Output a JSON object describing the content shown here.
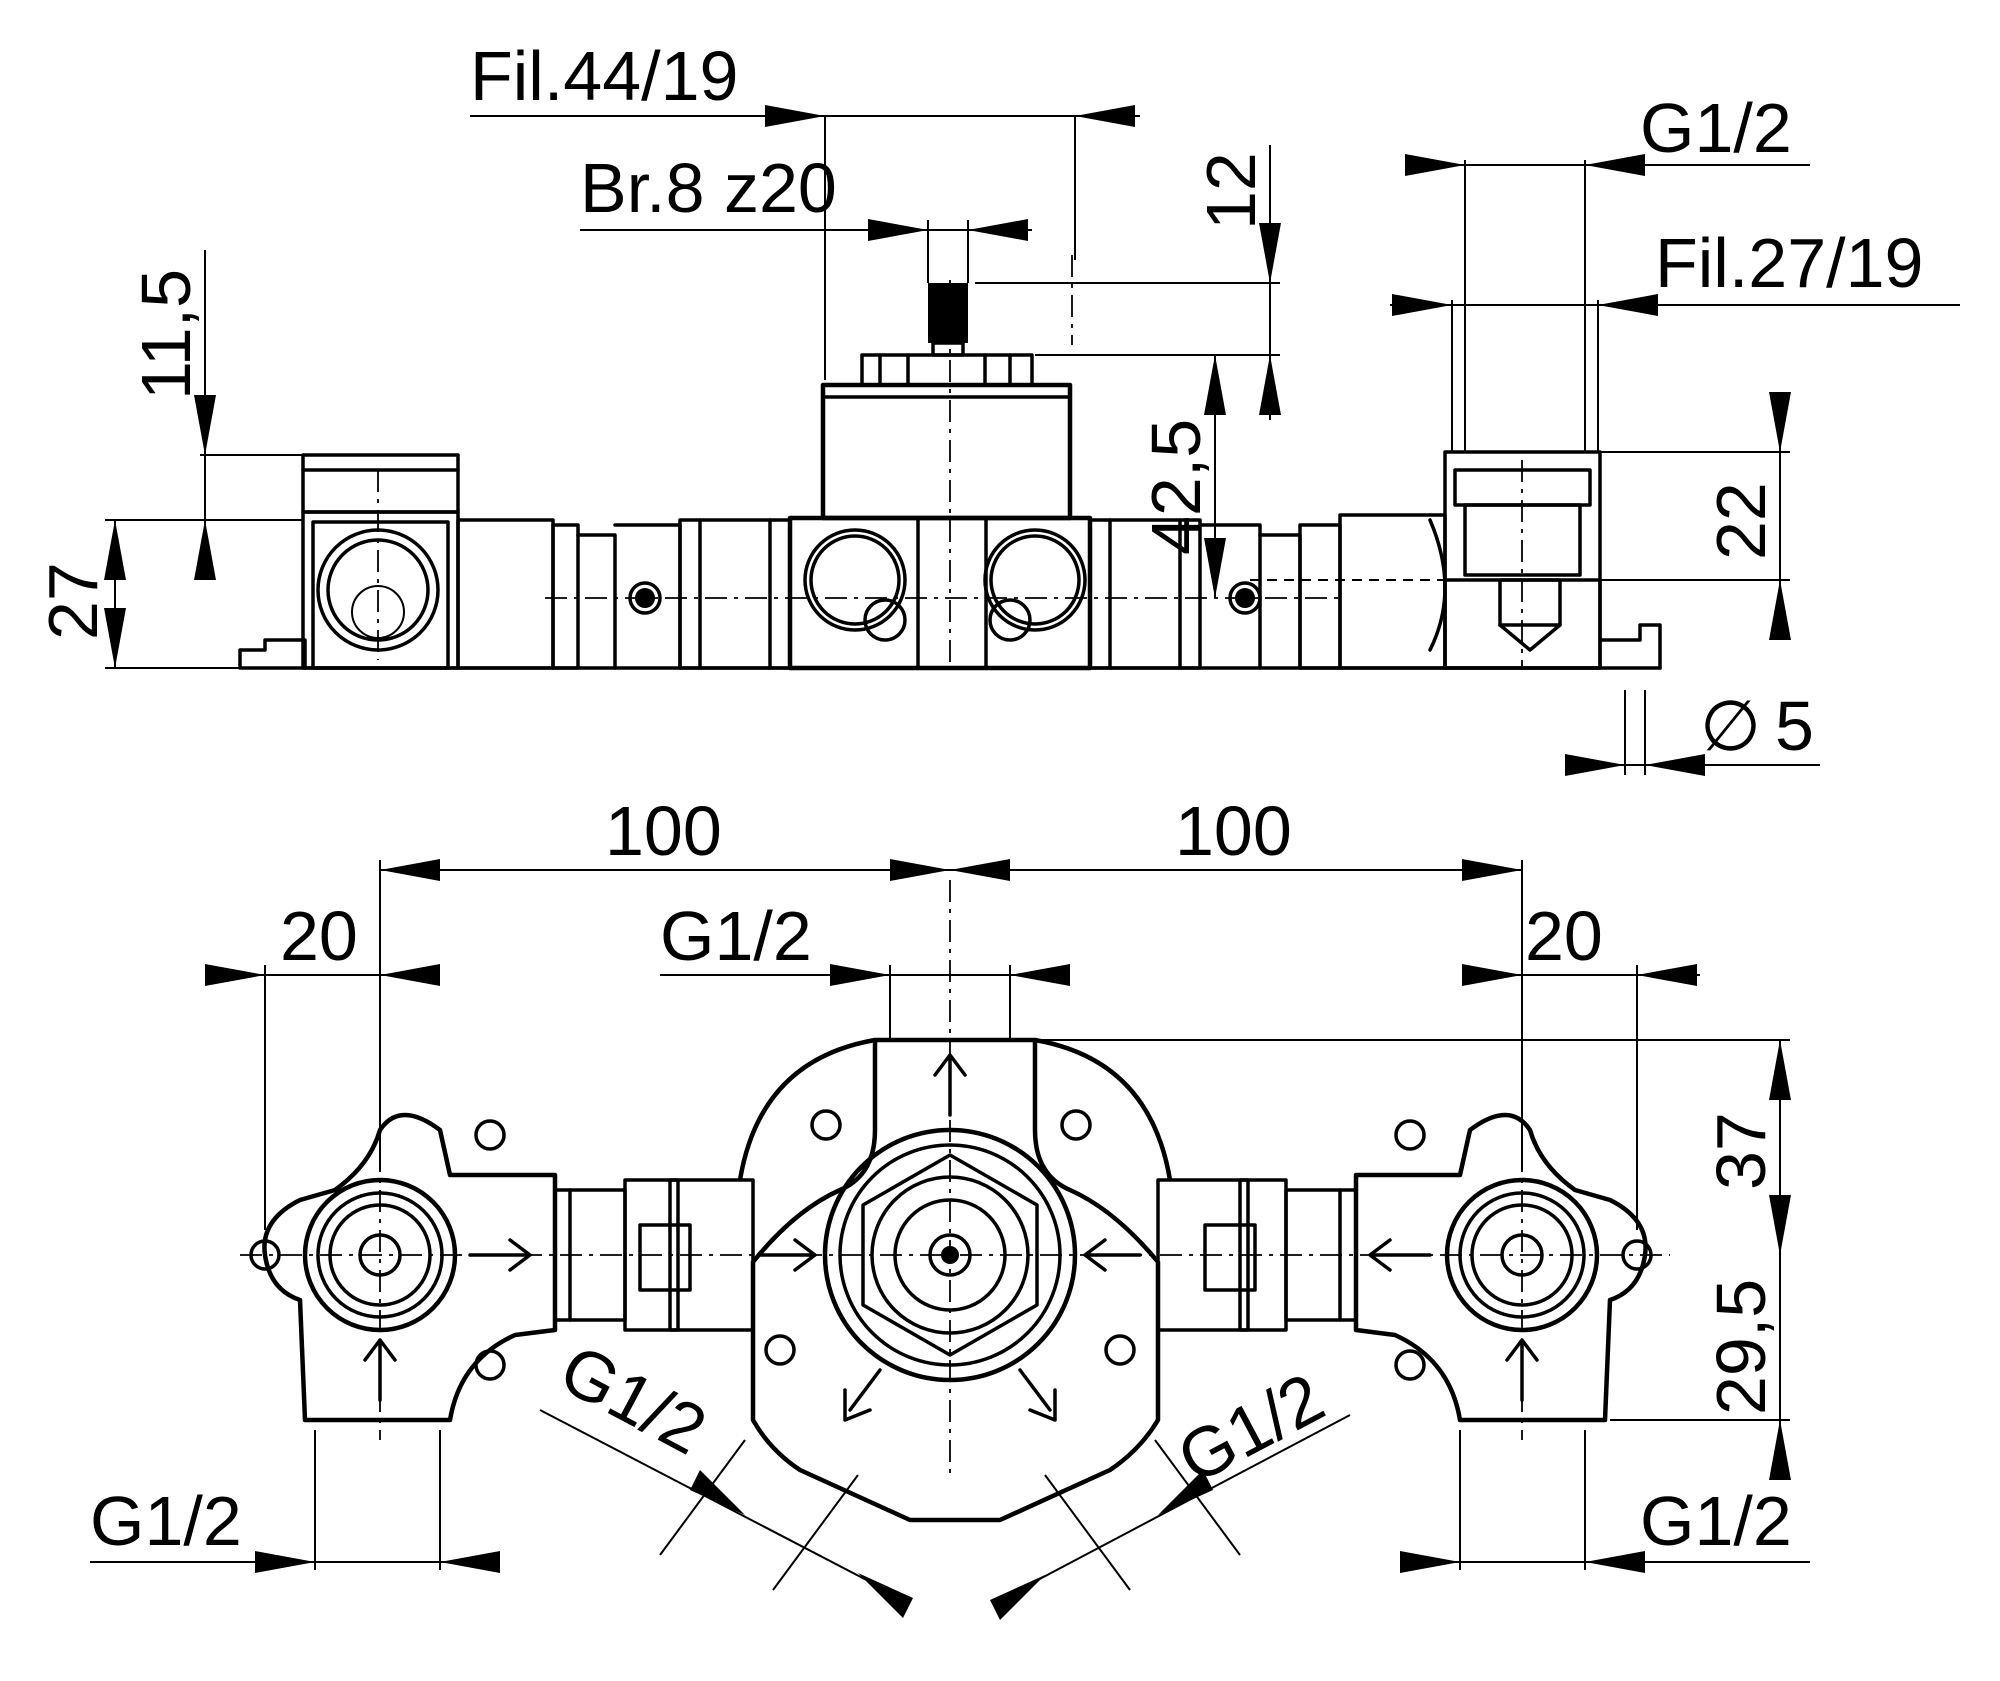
{
  "labels": {
    "fil_44_19": "Fil.44/19",
    "br_8_z20": "Br.8 z20",
    "dim_12": "12",
    "g12_top_right": "G1/2",
    "fil_27_19": "Fil.27/19",
    "dim_11_5": "11,5",
    "dim_27": "27",
    "dim_42_5": "42,5",
    "dim_22": "22",
    "dia_symbol": "∅",
    "dim_5": "5",
    "dim_100_left": "100",
    "dim_100_right": "100",
    "dim_20_left": "20",
    "g12_top_center": "G1/2",
    "dim_20_right": "20",
    "dim_37": "37",
    "dim_29_5": "29,5",
    "g12_diag_left": "G1/2",
    "g12_diag_right": "G1/2",
    "g12_bottom_left": "G1/2",
    "g12_bottom_right": "G1/2"
  },
  "colors": {
    "line": "#000000",
    "background": "#ffffff"
  }
}
